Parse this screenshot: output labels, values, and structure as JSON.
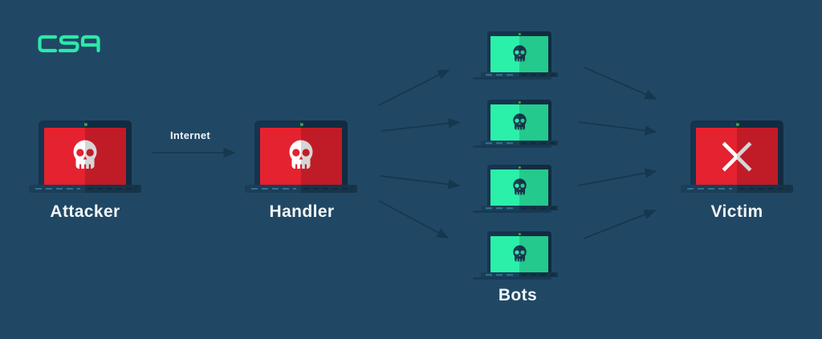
{
  "app": {
    "type": "infographic-diagram",
    "topic": "DDoS botnet attack flow"
  },
  "logo": {
    "text": "CSA",
    "color": "#2BE9A9"
  },
  "colors": {
    "background": "#204865",
    "accent_teal": "#2BE9A9",
    "screen_red": "#E52230",
    "screen_red_dark": "#C51D29",
    "screen_green": "#2BF0A9",
    "screen_green_dark": "#25CE91",
    "laptop_frame": "#16344E",
    "laptop_base": "#1C3E58",
    "arrow": "#15384F",
    "camera_light_green": "#49BD3F",
    "label_text": "#F2F6F8"
  },
  "icons": {
    "logo": "csa-logo",
    "infected_screen": "skull-icon",
    "victim_screen": "x-icon",
    "connections": "arrow-right"
  },
  "diagram": {
    "nodes": [
      {
        "id": "attacker",
        "label": "Attacker",
        "screen_icon": "skull-icon",
        "screen_color": "#E52230"
      },
      {
        "id": "handler",
        "label": "Handler",
        "screen_icon": "skull-icon",
        "screen_color": "#E52230"
      },
      {
        "id": "bots",
        "label": "Bots",
        "bot_count": 4,
        "screen_icon": "skull-icon",
        "screen_color": "#2BF0A9"
      },
      {
        "id": "victim",
        "label": "Victim",
        "screen_icon": "x-icon",
        "screen_color": "#E52230"
      }
    ],
    "edges": [
      {
        "from": "attacker",
        "to": "handler",
        "label": "Internet"
      },
      {
        "from": "handler",
        "to": "bot-1"
      },
      {
        "from": "handler",
        "to": "bot-2"
      },
      {
        "from": "handler",
        "to": "bot-3"
      },
      {
        "from": "handler",
        "to": "bot-4"
      },
      {
        "from": "bot-1",
        "to": "victim"
      },
      {
        "from": "bot-2",
        "to": "victim"
      },
      {
        "from": "bot-3",
        "to": "victim"
      },
      {
        "from": "bot-4",
        "to": "victim"
      }
    ]
  }
}
